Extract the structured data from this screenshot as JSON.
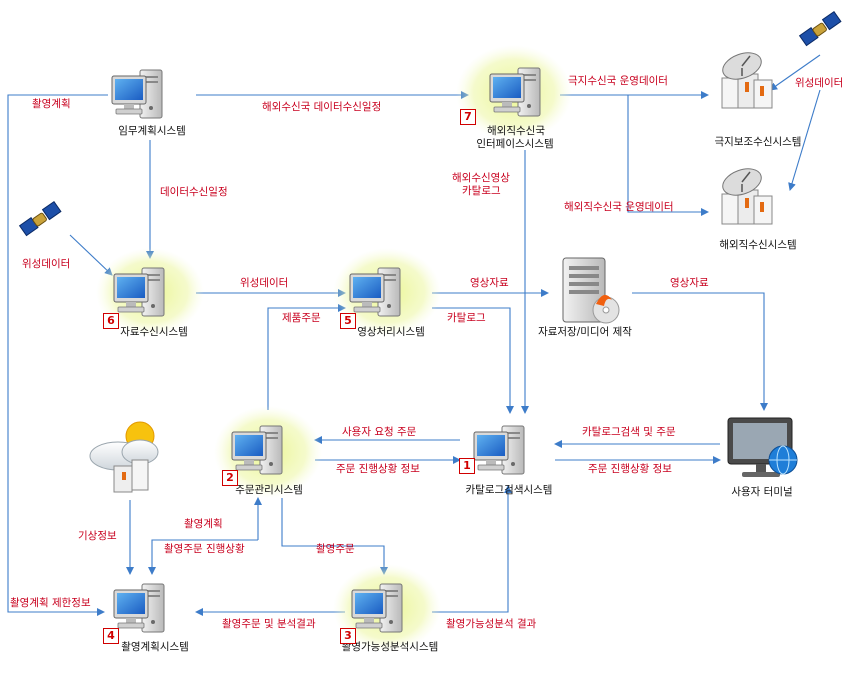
{
  "nodes": {
    "mission_planning": "임무계획시스템",
    "overseas_interface": [
      "해외직수신국",
      "인터페이스시스템"
    ],
    "polar_station": "극지보조수신시스템",
    "overseas_station": "해외직수신시스템",
    "data_reception": "자료수신시스템",
    "image_processing": "영상처리시스템",
    "storage_media": "자료저장/미디어 제작",
    "order_management": "주문관리시스템",
    "catalog_search": "카탈로그검색시스템",
    "user_terminal": "사용자 터미널",
    "imaging_planning": "촬영계획시스템",
    "feasibility_analysis": "촬영가능성분석시스템"
  },
  "badges": {
    "overseas_interface": "7",
    "data_reception": "6",
    "image_processing": "5",
    "order_management": "2",
    "catalog_search": "1",
    "imaging_planning": "4",
    "feasibility_analysis": "3"
  },
  "edges": {
    "imaging_plan": "촬영계획",
    "overseas_schedule": "해외수신국 데이터수신일정",
    "polar_ops_data": "극지수신국 운영데이터",
    "satellite_data_right": "위성데이터",
    "reception_schedule": "데이터수신일정",
    "overseas_image_catalog": [
      "해외수신영상",
      "카탈로그"
    ],
    "overseas_ops_data": "해외직수신국 운영데이터",
    "satellite_data_left": "위성데이터",
    "satellite_data_mid": "위성데이터",
    "image_data_1": "영상자료",
    "image_data_2": "영상자료",
    "product_order": "제품주문",
    "catalog": "카탈로그",
    "user_request_order": "사용자 요청 주문",
    "order_progress_1": "주문 진행상황 정보",
    "catalog_search_order": "카탈로그검색 및 주문",
    "order_progress_2": "주문 진행상황 정보",
    "weather_info": "기상정보",
    "imaging_plan_2": "촬영계획",
    "imaging_order_progress": "촬영주문 진행상황",
    "imaging_order": "촬영주문",
    "imaging_plan_limit": "촬영계획 제한정보",
    "imaging_order_result": "촬영주문 및 분석결과",
    "feasibility_result": "촬영가능성분석 결과"
  }
}
